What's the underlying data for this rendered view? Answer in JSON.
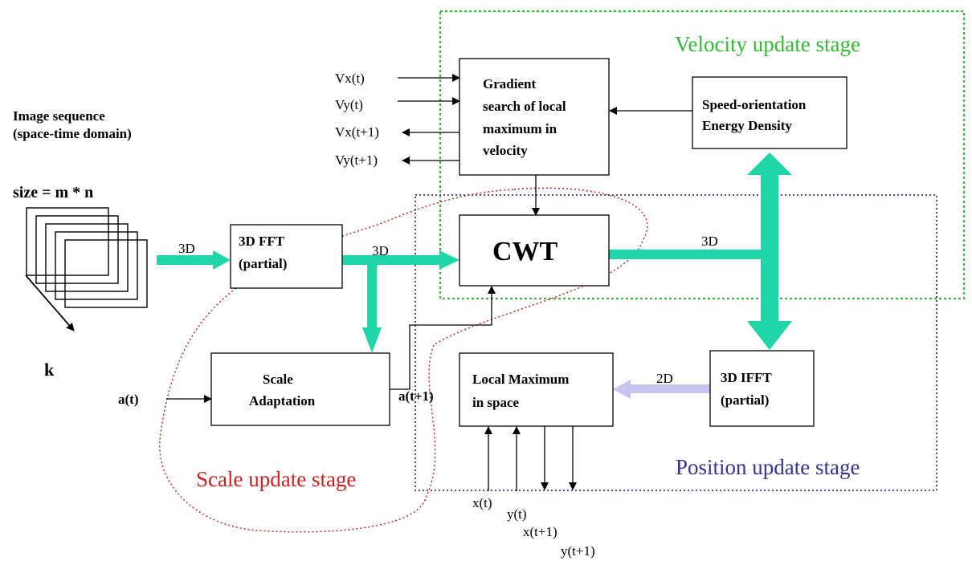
{
  "input": {
    "title_line1": "Image sequence",
    "title_line2": "(space-time domain)",
    "size_label": "size = m * n",
    "k_label": "k"
  },
  "boxes": {
    "fft": [
      "3D FFT",
      "(partial)"
    ],
    "cwt": "CWT",
    "gradient": [
      "Gradient",
      "search of local",
      "maximum in",
      "velocity"
    ],
    "speed": [
      "Speed-orientation",
      "Energy Density"
    ],
    "scale": [
      "Scale",
      "Adaptation"
    ],
    "localmax": [
      "Local Maximum",
      "in space"
    ],
    "ifft": [
      "3D IFFT",
      "(partial)"
    ]
  },
  "edge_labels": {
    "in_fft": "3D",
    "fft_cwt": "3D",
    "cwt_out": "3D",
    "ifft_local": "2D"
  },
  "signals": {
    "vx_t": "Vx(t)",
    "vy_t": "Vy(t)",
    "vx_t1": "Vx(t+1)",
    "vy_t1": "Vy(t+1)",
    "a_t": "a(t)",
    "a_t1": "a(t+1)",
    "x_t": "x(t)",
    "y_t": "y(t)",
    "x_t1": "x(t+1)",
    "y_t1": "y(t+1)"
  },
  "stages": {
    "velocity": "Velocity update stage",
    "position": "Position update stage",
    "scale": "Scale update stage"
  },
  "colors": {
    "velocity_stage": "#33bb33",
    "position_stage": "#333399",
    "scale_stage": "#cc2222",
    "thick_arrow": "#1ed6a8",
    "arrow_2d": "#c4c4ee"
  }
}
